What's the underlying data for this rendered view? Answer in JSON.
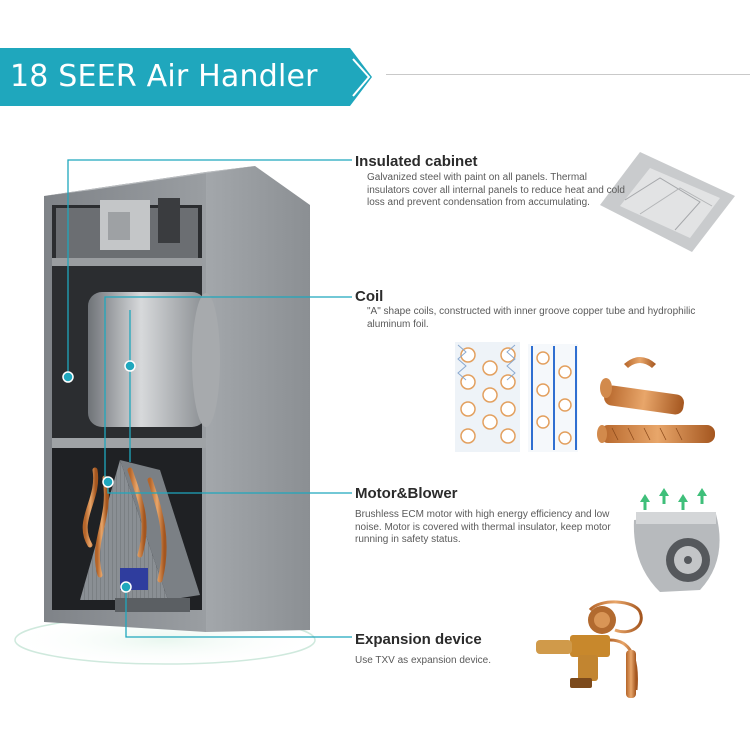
{
  "header": {
    "title": "18 SEER Air Handler"
  },
  "features": [
    {
      "title": "Insulated cabinet",
      "description": "Galvanized steel with paint on all panels. Thermal insulators cover all internal panels to reduce heat and cold loss and prevent condensation from accumulating."
    },
    {
      "title": "Coil",
      "description": "\"A\" shape coils, constructed with inner groove copper tube and hydrophilic aluminum foil."
    },
    {
      "title": "Motor&Blower",
      "description": "Brushless ECM motor with high energy efficiency and low noise. Motor is covered with thermal insulator, keep motor running in safety status."
    },
    {
      "title": "Expansion device",
      "description": "Use TXV as expansion device."
    }
  ],
  "colors": {
    "accent": "#1fa7bd",
    "cabinet": "#8d9196",
    "copper": "#c9793a"
  },
  "icons": [
    "chevron-right-icon",
    "insulation-sheet-icon",
    "fin-tube-icon",
    "copper-tube-icon",
    "blower-icon",
    "txv-valve-icon"
  ]
}
